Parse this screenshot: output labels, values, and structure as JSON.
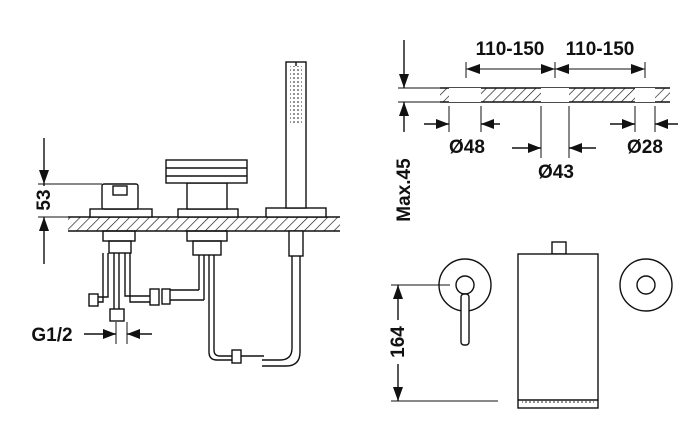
{
  "dimensions": {
    "spacing_1": "110-150",
    "spacing_2": "110-150",
    "dia_48": "Ø48",
    "dia_43": "Ø43",
    "dia_28": "Ø28",
    "max_45": "Max.45",
    "height_53": "53",
    "height_164": "164",
    "thread": "G1/2"
  },
  "colors": {
    "line": "#111111",
    "background": "#ffffff"
  }
}
